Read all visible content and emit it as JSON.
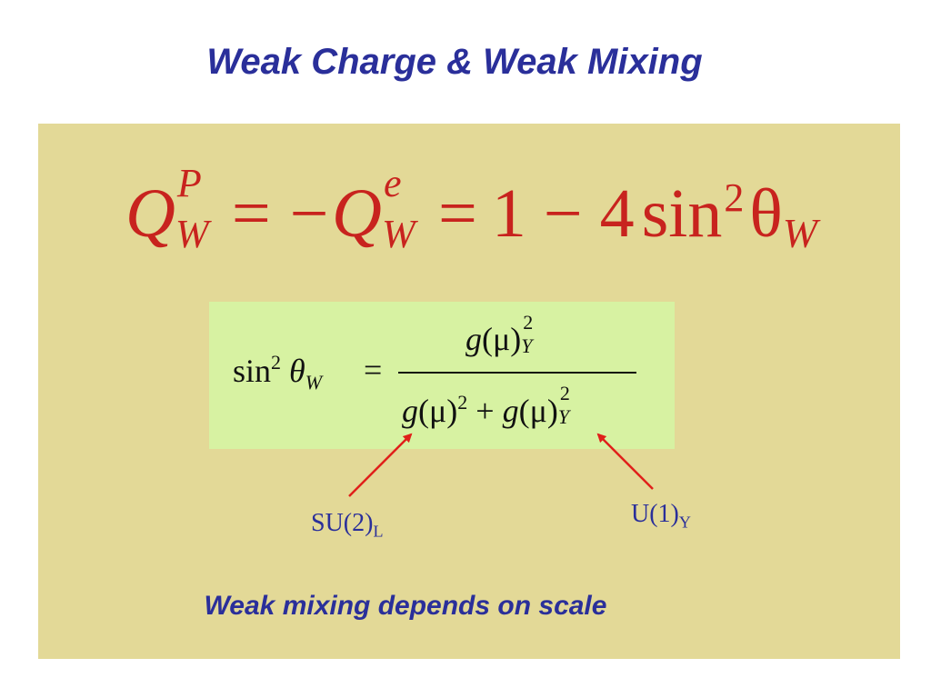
{
  "slide": {
    "title": "Weak Charge & Weak Mixing",
    "caption": "Weak mixing depends on scale"
  },
  "equation_main": {
    "q": "Q",
    "p_sup": "P",
    "w_sub": "W",
    "eq": "=",
    "minus_q": "−Q",
    "e_sup": "e",
    "w_sub2": "W",
    "eq2": "=",
    "one_minus_four": "1 − 4",
    "sin": "sin",
    "square": "2",
    "theta": "θ",
    "theta_sub": "W"
  },
  "equation_mixing": {
    "sin": "sin",
    "square": "2",
    "theta": "θ",
    "theta_sub": "W",
    "equals": "=",
    "num_g": "g",
    "num_mu": "(μ)",
    "num_sup": "2",
    "num_sub": "Y",
    "den_g1": "g",
    "den_mu1": "(μ)",
    "den_sup1": "2",
    "den_plus": " + ",
    "den_g2": "g",
    "den_mu2": "(μ)",
    "den_sup2": "2",
    "den_sub2": "Y"
  },
  "annotations": {
    "su2_label": "SU(2)",
    "su2_sub": "L",
    "u1_label": "U(1)",
    "u1_sub": "Y"
  },
  "colors": {
    "title": "#2a2f9a",
    "panel_bg": "#e3d997",
    "box_bg": "#d7f2a2",
    "main_equation": "#c8231e",
    "arrow": "#e0201a"
  }
}
